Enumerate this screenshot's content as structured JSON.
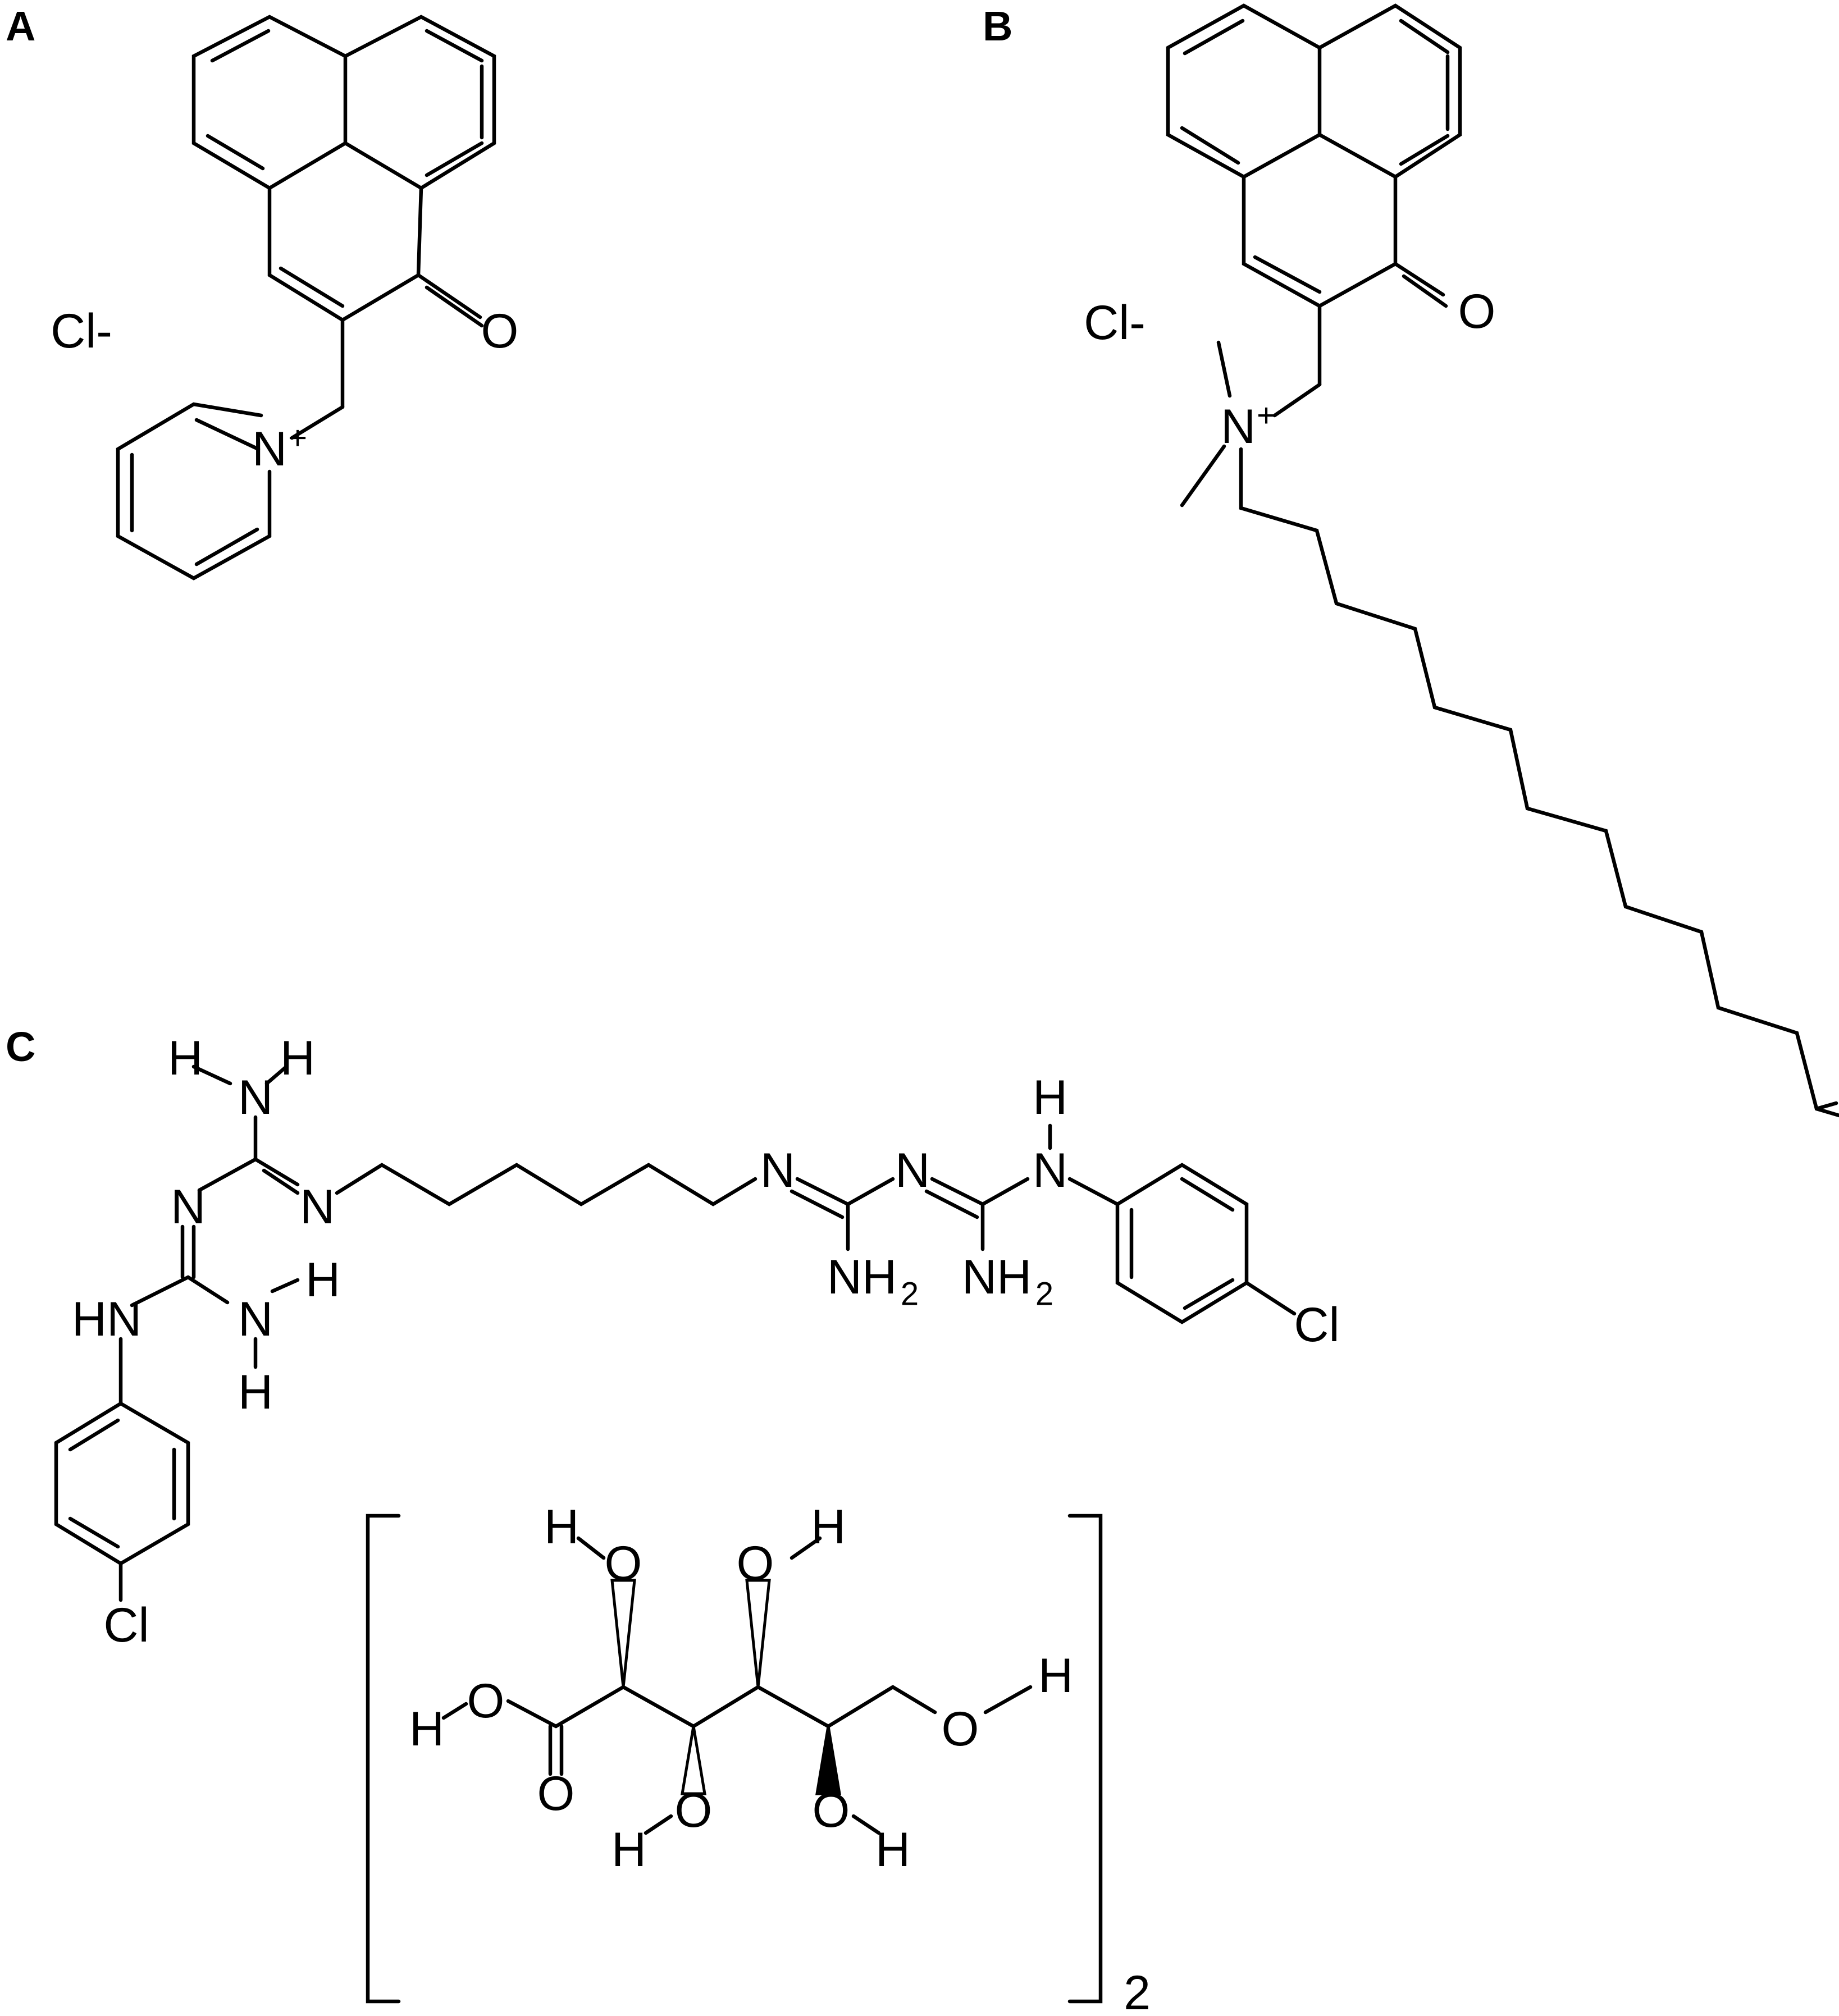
{
  "panels": {
    "a": {
      "label": "A",
      "counterion": "Cl-",
      "atoms": {
        "O": "O",
        "N": "N",
        "plus": "+"
      }
    },
    "b": {
      "label": "B",
      "counterion": "Cl-",
      "atoms": {
        "O": "O",
        "N": "N",
        "plus": "+"
      }
    },
    "c": {
      "label": "C",
      "atoms": {
        "H": "H",
        "N": "N",
        "HN": "HN",
        "NH2": "NH",
        "sub2": "2",
        "Cl": "Cl",
        "O": "O"
      },
      "bracket_subscript": "2"
    }
  }
}
